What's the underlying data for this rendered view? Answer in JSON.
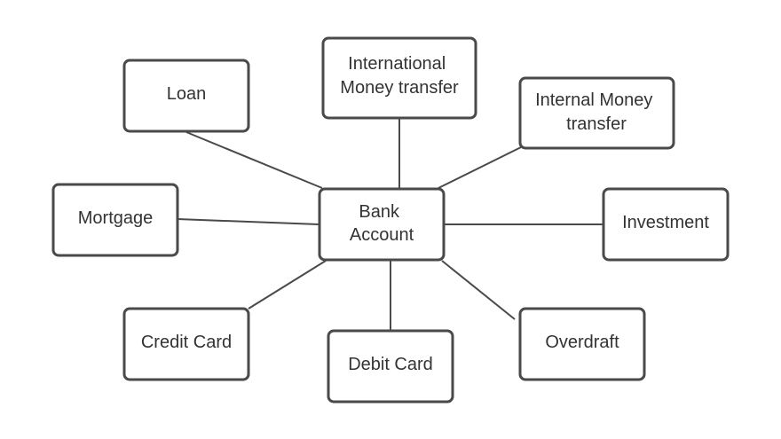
{
  "center": {
    "lines": [
      "Bank",
      "Account"
    ]
  },
  "nodes": [
    {
      "id": "loan",
      "lines": [
        "Loan"
      ]
    },
    {
      "id": "international-money-transfer",
      "lines": [
        "International",
        "Money transfer"
      ]
    },
    {
      "id": "internal-money-transfer",
      "lines": [
        "Internal Money",
        "transfer"
      ]
    },
    {
      "id": "mortgage",
      "lines": [
        "Mortgage"
      ]
    },
    {
      "id": "investment",
      "lines": [
        "Investment"
      ]
    },
    {
      "id": "credit-card",
      "lines": [
        "Credit Card"
      ]
    },
    {
      "id": "debit-card",
      "lines": [
        "Debit Card"
      ]
    },
    {
      "id": "overdraft",
      "lines": [
        "Overdraft"
      ]
    }
  ],
  "colors": {
    "stroke": "#4a4a4a",
    "text": "#333333",
    "background": "#ffffff"
  }
}
